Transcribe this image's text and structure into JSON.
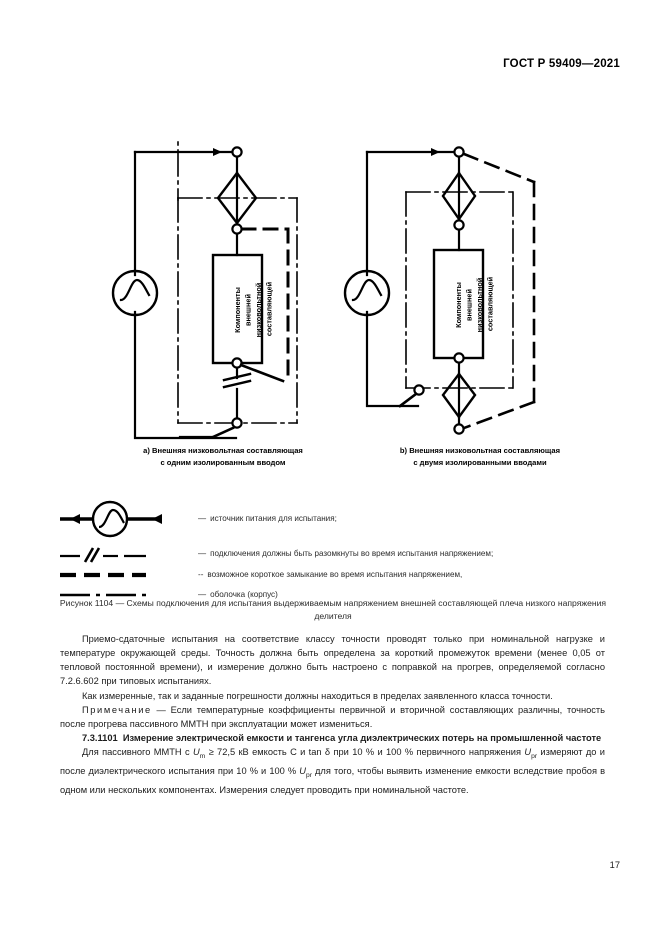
{
  "header": {
    "standard_id": "ГОСТ Р 59409—2021"
  },
  "figure": {
    "diagram_a": {
      "box_label": "Компоненты внешней низковольтной составляющей",
      "caption_line1": "a) Внешняя низковольтная составляющая",
      "caption_line2": "с одним изолированным вводом"
    },
    "diagram_b": {
      "box_label": "Компоненты внешней низковольтной составляющей",
      "caption_line1": "b) Внешняя низковольтная составляющая",
      "caption_line2": "с двумя изолированными вводами"
    },
    "legend": [
      {
        "symbol": "ac-source-symbol",
        "dash": "—",
        "text": "источник питания для испытания;"
      },
      {
        "symbol": "open-connection-symbol",
        "dash": "—",
        "text": "подключения должны быть разомкнуты во время испытания напряжением;"
      },
      {
        "symbol": "dashed-thick-line-symbol",
        "dash": "--",
        "text": "возможное короткое замыкание во время испытания напряжением,"
      },
      {
        "symbol": "dash-dot-line-symbol",
        "dash": "—",
        "text": "оболочка (корпус)"
      }
    ],
    "caption_line1": "Рисунок 1104 — Схемы подключения для испытания выдерживаемым напряжением внешней составляющей",
    "caption_line2": "плеча низкого напряжения делителя"
  },
  "body": {
    "para1": "Приемо-сдаточные испытания на соответствие классу точности проводят только при номинальной нагрузке и температуре окружающей среды. Точность должна быть определена за короткий промежуток времени (менее 0,05 от тепловой постоянной времени), и измерение должно быть настроено с поправкой на прогрев, определяемой согласно 7.2.6.602 при типовых испытаниях.",
    "para2": "Как измеренные, так и заданные погрешности должны находиться в пределах заявленного класса точности.",
    "note_label": "Примечание",
    "note_text": " — Если температурные коэффициенты первичной и вторичной составляющих различны, точность после прогрева пассивного ММТН при эксплуатации может измениться.",
    "clause_number": "7.3.1101",
    "clause_title": "Измерение электрической емкости и тангенса угла диэлектрических потерь на промышленной частоте",
    "para3_seg1": "Для пассивного ММТН с ",
    "para3_var1": "U",
    "para3_var1_sub": "m",
    "para3_seg2": " ≥ 72,5 кВ емкость C и tan δ при 10 % и 100 % первичного напряжения ",
    "para3_var2": "U",
    "para3_var2_sub": "pr",
    "para3_seg3": " измеряют до и после диэлектрического испытания при 10 % и 100 % ",
    "para3_var3": "U",
    "para3_var3_sub": "pr",
    "para3_seg4": " для того, чтобы выявить изменение емкости вследствие пробоя в одном или нескольких компонентах. Измерения следует проводить при номинальной частоте."
  },
  "footer": {
    "page_number": "17"
  }
}
